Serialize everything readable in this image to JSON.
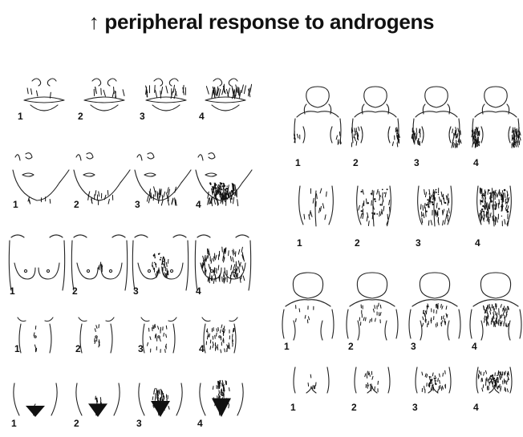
{
  "title": "↑ peripheral response to androgens",
  "grade_labels": [
    "1",
    "2",
    "3",
    "4"
  ]
}
